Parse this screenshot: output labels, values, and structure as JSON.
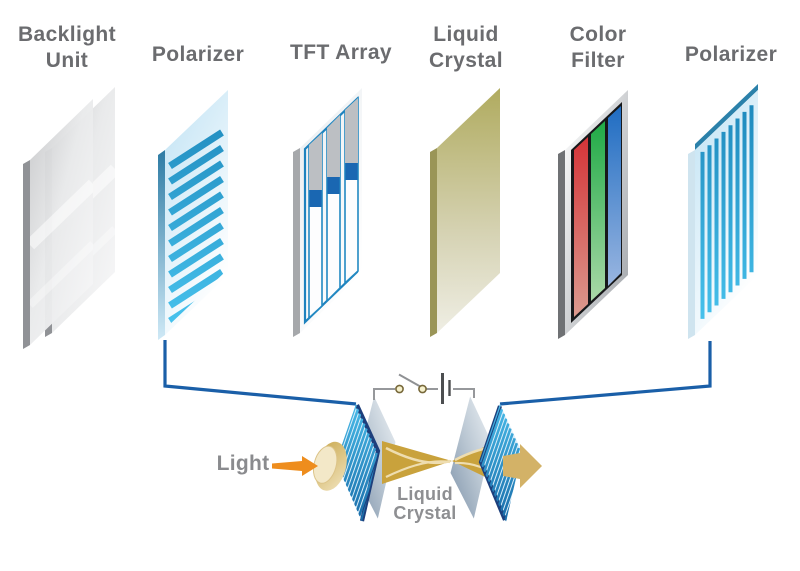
{
  "title": "LCD layer structure diagram",
  "layers": [
    {
      "id": "backlight-unit",
      "label": "Backlight\nUnit"
    },
    {
      "id": "polarizer-1",
      "label": "Polarizer"
    },
    {
      "id": "tft-array",
      "label": "TFT Array"
    },
    {
      "id": "liquid-crystal",
      "label": "Liquid\nCrystal"
    },
    {
      "id": "color-filter",
      "label": "Color\nFilter"
    },
    {
      "id": "polarizer-2",
      "label": "Polarizer"
    }
  ],
  "schematic": {
    "light_label": "Light",
    "cell_label": "Liquid\nCrystal",
    "icons": [
      "light-arrow-icon",
      "light-source-icon",
      "twisted-light-icon",
      "switch-icon",
      "battery-icon",
      "output-arrow-icon"
    ]
  },
  "colors": {
    "label_text": "#6b6c6f",
    "schematic_text": "#8e8f92",
    "polarizer_stripe_top": "#1c86ba",
    "polarizer_stripe_bottom": "#4ac6f0",
    "connector_blue": "#1a5fa8",
    "tft_outline_blue": "#1e82be",
    "tft_pixel_blue": "#1a67b2",
    "liquid_crystal_olive": "#b0ab5f",
    "filter_red": "#d31f26",
    "filter_green": "#0fa53a",
    "filter_blue": "#1b6ac1",
    "light_orange": "#ee8d1d",
    "beam_gold": "#c9a23c",
    "output_arrow_tan": "#d3b267",
    "glass_gray": "#c6c7c9"
  }
}
